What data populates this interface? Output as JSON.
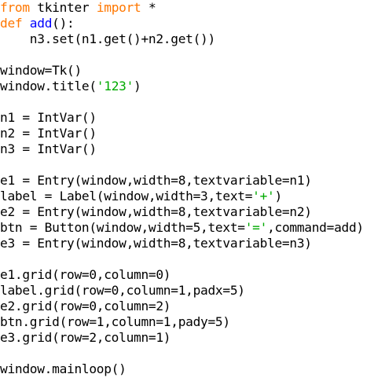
{
  "editor": {
    "lines": [
      [
        {
          "t": "from",
          "c": "keyword"
        },
        {
          "t": " tkinter ",
          "c": "default"
        },
        {
          "t": "import",
          "c": "keyword"
        },
        {
          "t": " *",
          "c": "default"
        }
      ],
      [
        {
          "t": "def",
          "c": "keyword"
        },
        {
          "t": " ",
          "c": "default"
        },
        {
          "t": "add",
          "c": "def"
        },
        {
          "t": "():",
          "c": "default"
        }
      ],
      [
        {
          "t": "    n3.set(n1.get()+n2.get())",
          "c": "default"
        }
      ],
      [],
      [
        {
          "t": "window=Tk()",
          "c": "default"
        }
      ],
      [
        {
          "t": "window.title(",
          "c": "default"
        },
        {
          "t": "'123'",
          "c": "string"
        },
        {
          "t": ")",
          "c": "default"
        }
      ],
      [],
      [
        {
          "t": "n1 = IntVar()",
          "c": "default"
        }
      ],
      [
        {
          "t": "n2 = IntVar()",
          "c": "default"
        }
      ],
      [
        {
          "t": "n3 = IntVar()",
          "c": "default"
        }
      ],
      [],
      [
        {
          "t": "e1 = Entry(window,width=8,textvariable=n1)",
          "c": "default"
        }
      ],
      [
        {
          "t": "label = Label(window,width=3,text=",
          "c": "default"
        },
        {
          "t": "'+'",
          "c": "string"
        },
        {
          "t": ")",
          "c": "default"
        }
      ],
      [
        {
          "t": "e2 = Entry(window,width=8,textvariable=n2)",
          "c": "default"
        }
      ],
      [
        {
          "t": "btn = Button(window,width=5,text=",
          "c": "default"
        },
        {
          "t": "'='",
          "c": "string"
        },
        {
          "t": ",command=add)",
          "c": "default"
        }
      ],
      [
        {
          "t": "e3 = Entry(window,width=8,textvariable=n3)",
          "c": "default"
        }
      ],
      [],
      [
        {
          "t": "e1.grid(row=0,column=0)",
          "c": "default"
        }
      ],
      [
        {
          "t": "label.grid(row=0,column=1,padx=5)",
          "c": "default"
        }
      ],
      [
        {
          "t": "e2.grid(row=0,column=2)",
          "c": "default"
        }
      ],
      [
        {
          "t": "btn.grid(row=1,column=1,pady=5)",
          "c": "default"
        }
      ],
      [
        {
          "t": "e3.grid(row=2,column=1)",
          "c": "default"
        }
      ],
      [],
      [
        {
          "t": "window.mainloop()",
          "c": "default"
        }
      ]
    ]
  },
  "colors": {
    "background": "#ffffff",
    "keyword": "#ff7700",
    "def_name": "#0000ff",
    "string": "#00aa00",
    "default": "#000000"
  }
}
